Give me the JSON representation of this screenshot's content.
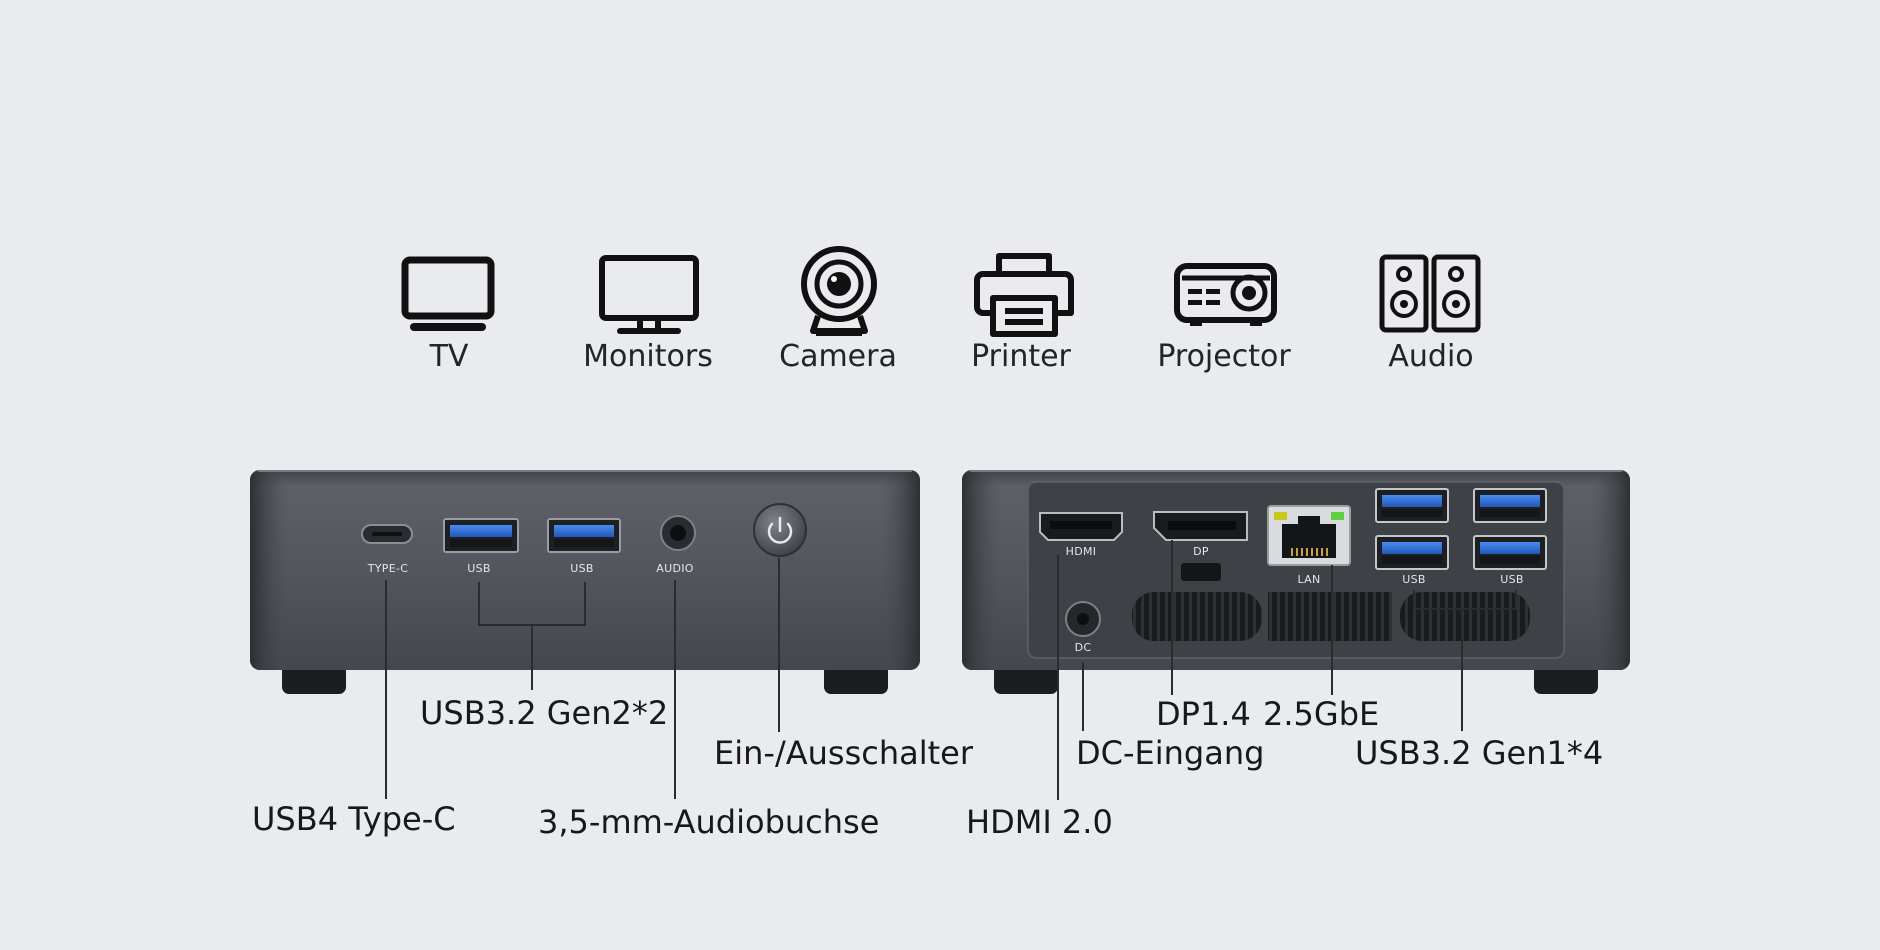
{
  "devices": [
    {
      "label": "TV",
      "icon": "tv-icon"
    },
    {
      "label": "Monitors",
      "icon": "monitor-icon"
    },
    {
      "label": "Camera",
      "icon": "webcam-icon"
    },
    {
      "label": "Printer",
      "icon": "printer-icon"
    },
    {
      "label": "Projector",
      "icon": "projector-icon"
    },
    {
      "label": "Audio",
      "icon": "speakers-icon"
    }
  ],
  "front_panel": {
    "port_labels": {
      "type_c": "TYPE-C",
      "usb_1": "USB",
      "usb_2": "USB",
      "audio": "AUDIO"
    },
    "callouts": {
      "usb4": "USB4 Type-C",
      "usb32_gen2": "USB3.2 Gen2*2",
      "audio_jack": "3,5-mm-Audiobuchse",
      "power": "Ein-/Ausschalter"
    }
  },
  "rear_panel": {
    "port_labels": {
      "hdmi": "HDMI",
      "dp": "DP",
      "lan": "LAN",
      "usb_1": "USB",
      "usb_2": "USB",
      "dc": "DC"
    },
    "callouts": {
      "hdmi": "HDMI 2.0",
      "dc": "DC-Eingang",
      "dp": "DP1.4",
      "lan": "2.5GbE",
      "usb32_gen1": "USB3.2 Gen1*4"
    }
  },
  "colors": {
    "background": "#e9ebef",
    "chassis": "#4b4e55",
    "usb_blue": "#2f6fd6",
    "text": "#1b1c1f"
  }
}
